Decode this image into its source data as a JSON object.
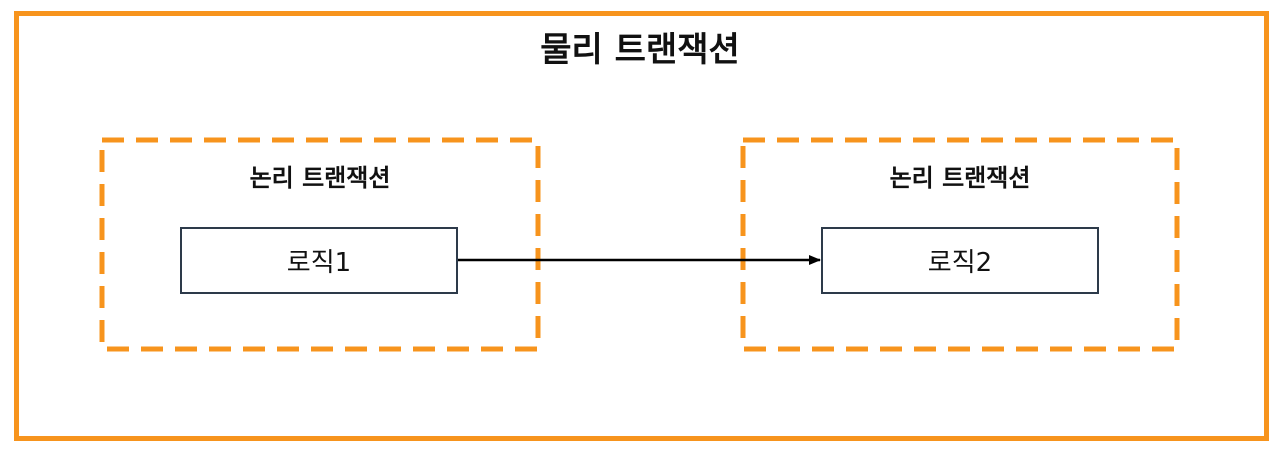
{
  "diagram": {
    "title": "물리 트랜잭션",
    "groups": [
      {
        "label": "논리 트랜잭션",
        "box_label": "로직1"
      },
      {
        "label": "논리 트랜잭션",
        "box_label": "로직2"
      }
    ],
    "edges": [
      {
        "from": "로직1",
        "to": "로직2"
      }
    ],
    "colors": {
      "accent_orange": "#F7941D",
      "box_border": "#2d3a4a",
      "arrow": "#000000"
    }
  }
}
